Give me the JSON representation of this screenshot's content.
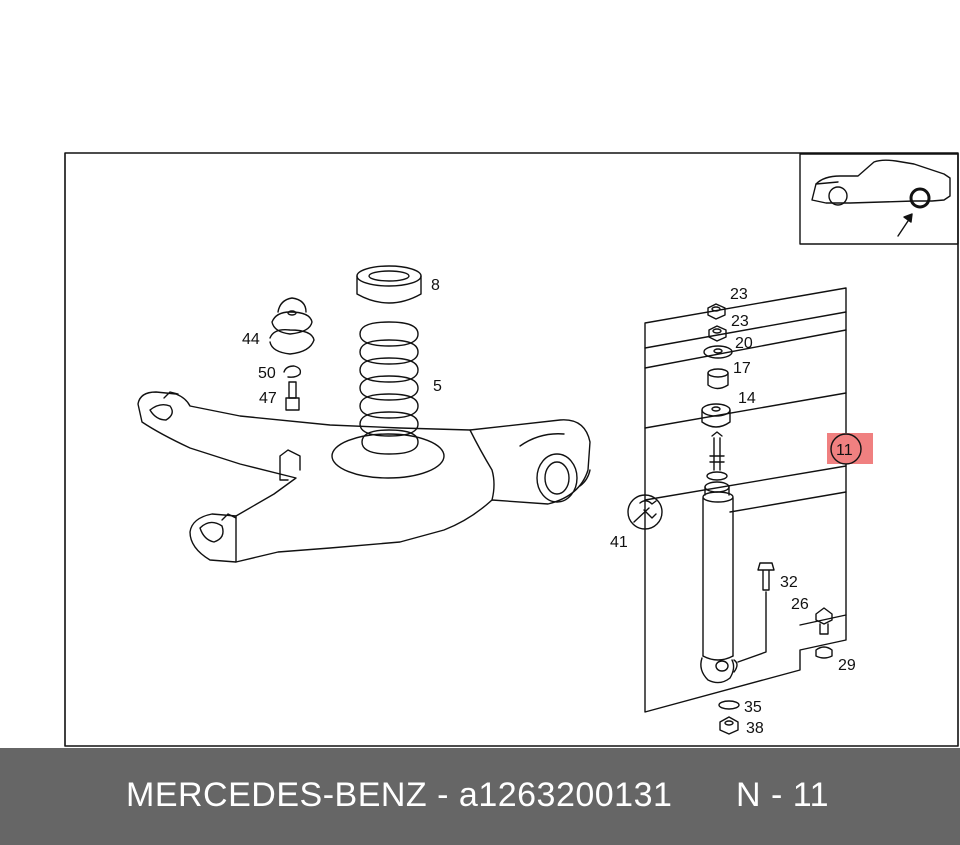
{
  "diagram": {
    "callouts": {
      "p8": "8",
      "p44": "44",
      "p5": "5",
      "p50": "50",
      "p47": "47",
      "p23a": "23",
      "p23b": "23",
      "p20": "20",
      "p17": "17",
      "p14": "14",
      "p11": "11",
      "p41": "41",
      "p32": "32",
      "p26": "26",
      "p29": "29",
      "p35": "35",
      "p38": "38"
    },
    "highlight_color": "#f08080"
  },
  "footer": {
    "brand_part": "MERCEDES-BENZ - a1263200131",
    "reference": "N - 11",
    "background": "#666666"
  }
}
